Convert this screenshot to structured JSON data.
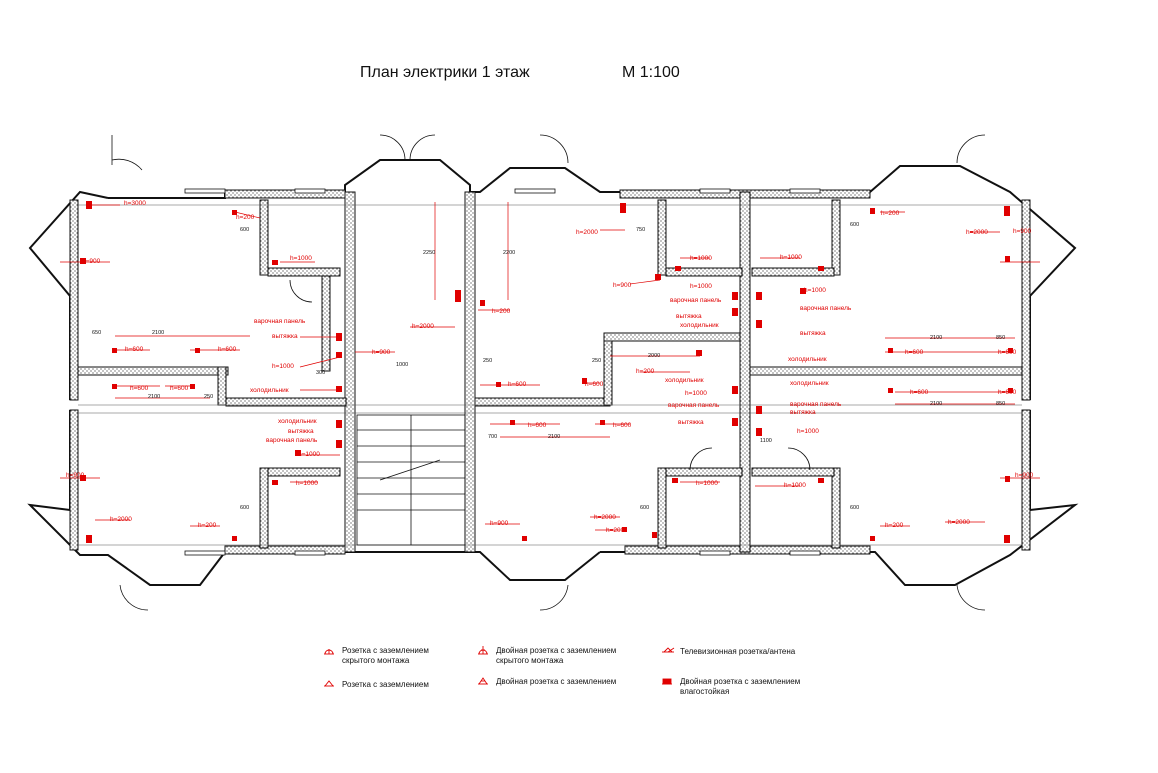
{
  "header": {
    "title": "План электрики 1 этаж",
    "scale": "М  1:100"
  },
  "colors": {
    "wall": "#222222",
    "wall_fill": "#d8d8d8",
    "electric": "#e00000",
    "dim": "#111111"
  },
  "heights": {
    "h200": "h=200",
    "h600": "h=600",
    "h900": "h=900",
    "h1000": "h=1000",
    "h2000": "h=2000",
    "h3000": "h=3000"
  },
  "fixtures": {
    "cooktop": "варочная панель",
    "hood": "вытяжка",
    "fridge": "холодильник"
  },
  "dimensions": {
    "d600": "600",
    "d650": "650",
    "d750": "750",
    "d700": "700",
    "d250": "250",
    "d2100": "2100",
    "d2000": "2000",
    "d2250": "2250",
    "d2200": "2200",
    "d1000": "1000",
    "d300": "300",
    "d1100": "1100",
    "d850": "850"
  },
  "legend": [
    {
      "icon": "socket-grounded-hidden-icon",
      "text": "Розетка с заземлением\nскрытого монтажа"
    },
    {
      "icon": "socket-grounded-icon",
      "text": "Розетка с заземлением"
    },
    {
      "icon": "double-socket-hidden-icon",
      "text": "Двойная розетка с заземлением\nскрытого монтажа"
    },
    {
      "icon": "double-socket-icon",
      "text": "Двойная розетка с заземлением"
    },
    {
      "icon": "tv-socket-icon",
      "text": "Телевизионная розетка/антена"
    },
    {
      "icon": "double-socket-waterproof-icon",
      "text": "Двойная розетка с заземлением\nвлагостойкая"
    }
  ]
}
